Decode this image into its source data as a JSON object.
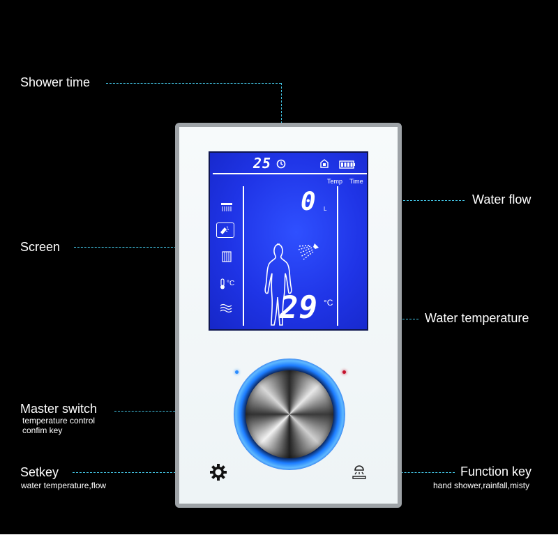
{
  "callouts": {
    "shower_time": "Shower time",
    "water_flow": "Water flow",
    "screen": "Screen",
    "water_temperature": "Water temperature",
    "master_switch": "Master switch",
    "master_switch_sub1": "temperature control",
    "master_switch_sub2": "confim key",
    "setkey": "Setkey",
    "setkey_sub": "water temperature,flow",
    "function_key": "Function key",
    "function_key_sub": "hand shower,rainfall,misty"
  },
  "display": {
    "time_value": "25",
    "temp_tab": "Temp",
    "time_tab": "Time",
    "flow_value": "0",
    "flow_unit": "L",
    "temperature_value": "29",
    "temperature_unit": "°C",
    "small_temp_unit": "°C"
  },
  "colors": {
    "accent_led": "#2a8cff",
    "screen_blue": "#1f34e6",
    "leader_line": "#44c8e8"
  },
  "icons": [
    "clock-icon",
    "lock-icon",
    "battery-icon",
    "rainfall-icon",
    "hand-shower-icon",
    "body-jet-icon",
    "thermometer-icon",
    "mist-icon",
    "person-icon",
    "spray-icon",
    "gear-icon",
    "shower-function-icon"
  ]
}
